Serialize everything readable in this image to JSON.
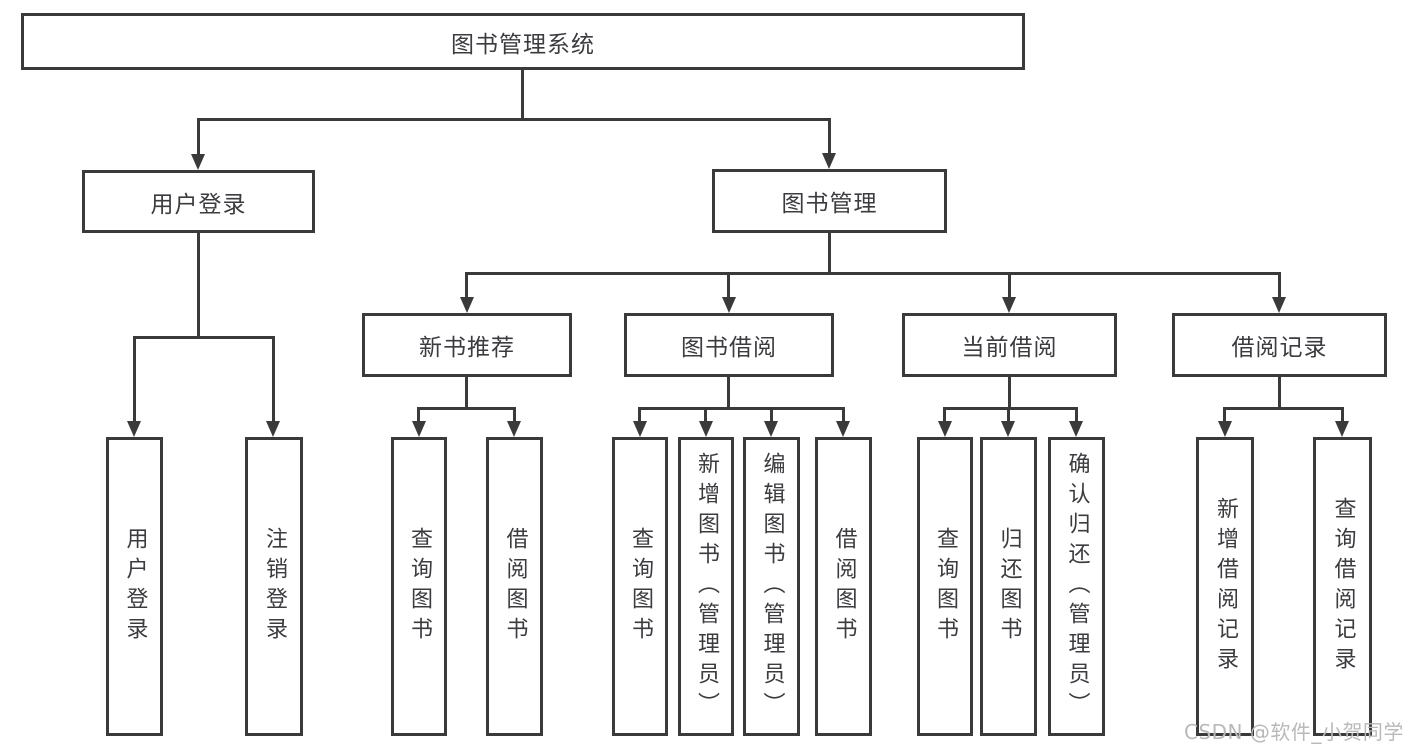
{
  "nodes": {
    "root": {
      "label": "图书管理系统"
    },
    "level2": [
      {
        "label": "用户登录"
      },
      {
        "label": "图书管理"
      }
    ],
    "level3": [
      {
        "label": "新书推荐"
      },
      {
        "label": "图书借阅"
      },
      {
        "label": "当前借阅"
      },
      {
        "label": "借阅记录"
      }
    ],
    "leaves": [
      {
        "label": "用户登录"
      },
      {
        "label": "注销登录"
      },
      {
        "label": "查询图书"
      },
      {
        "label": "借阅图书"
      },
      {
        "label": "查询图书"
      },
      {
        "label": "新增图书（管理员）"
      },
      {
        "label": "编辑图书（管理员）"
      },
      {
        "label": "借阅图书"
      },
      {
        "label": "查询图书"
      },
      {
        "label": "归还图书"
      },
      {
        "label": "确认归还（管理员）"
      },
      {
        "label": "新增借阅记录"
      },
      {
        "label": "查询借阅记录"
      }
    ]
  },
  "watermark": {
    "text": "CSDN @软件_小贺同学"
  },
  "colors": {
    "line": "#3a3a3a",
    "text": "#3b3b40",
    "background": "#ffffff",
    "box_fill": "#ffffff",
    "watermark": "#b9b9bb"
  }
}
